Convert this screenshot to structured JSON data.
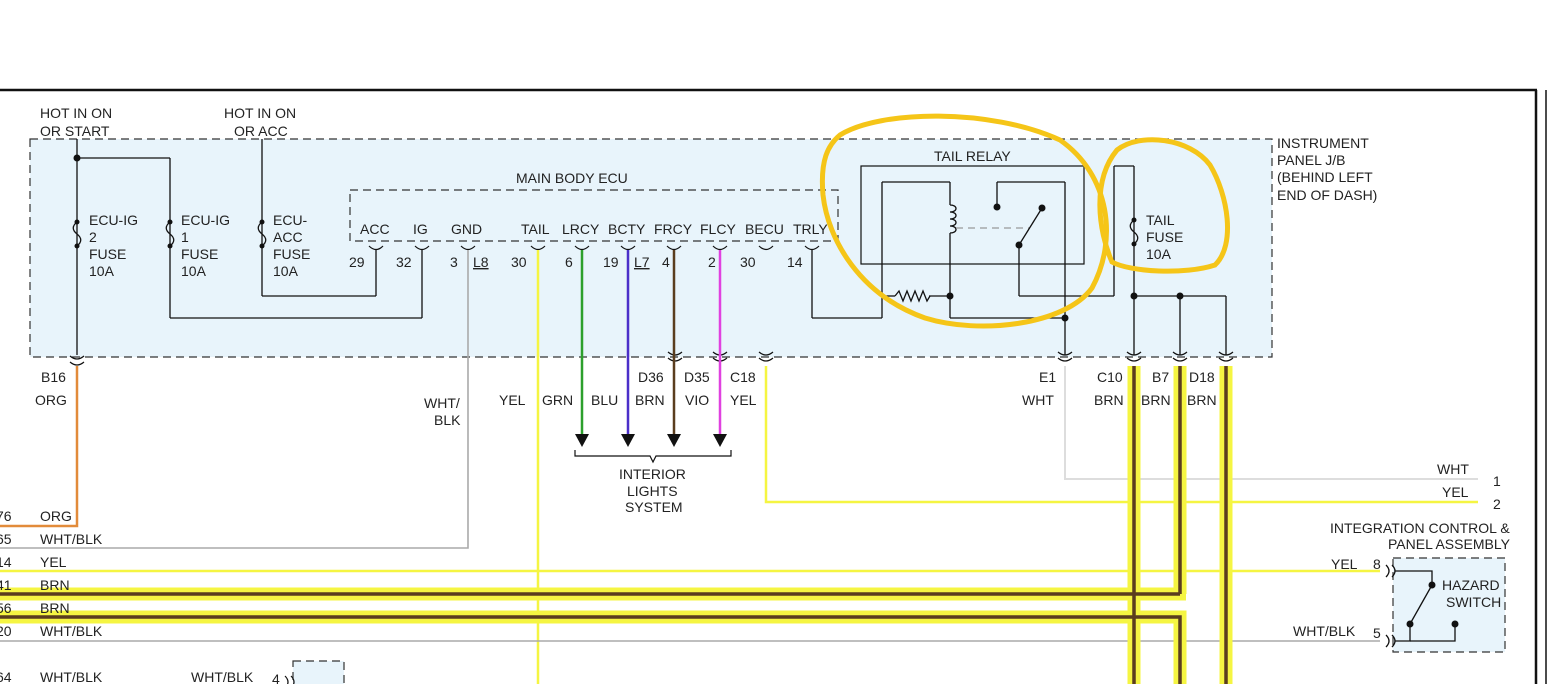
{
  "colors": {
    "box_fill": "#e8f4fb",
    "highlight": "#f5c518",
    "org": "#e28b3a",
    "yel": "#f5f542",
    "grn": "#2ca02c",
    "blu": "#4b2fc9",
    "brn": "#5a3d1e",
    "vio": "#e040e0",
    "wht": "#cccccc",
    "black": "#111111"
  },
  "feeds": {
    "hot_on_start": [
      "HOT IN ON",
      "OR START"
    ],
    "hot_on_acc": [
      "HOT IN ON",
      "OR ACC"
    ]
  },
  "jb": {
    "title": [
      "INSTRUMENT",
      "PANEL J/B",
      "(BEHIND LEFT",
      "END OF DASH)"
    ]
  },
  "fuses": {
    "ecu_ig2": [
      "ECU-IG",
      "2",
      "FUSE",
      "10A"
    ],
    "ecu_ig1": [
      "ECU-IG",
      "1",
      "FUSE",
      "10A"
    ],
    "ecu_acc": [
      "ECU-",
      "ACC",
      "FUSE",
      "10A"
    ],
    "tail": [
      "TAIL",
      "FUSE",
      "10A"
    ]
  },
  "ecu": {
    "title": "MAIN BODY ECU",
    "terminals": [
      {
        "name": "ACC",
        "pin": "29",
        "conn": ""
      },
      {
        "name": "IG",
        "pin": "32",
        "conn": ""
      },
      {
        "name": "GND",
        "pin": "3",
        "conn": "L8"
      },
      {
        "name": "TAIL",
        "pin": "30",
        "conn": ""
      },
      {
        "name": "LRCY",
        "pin": "6",
        "conn": ""
      },
      {
        "name": "BCTY",
        "pin": "19",
        "conn": "L7"
      },
      {
        "name": "FRCY",
        "pin": "4",
        "conn": ""
      },
      {
        "name": "FLCY",
        "pin": "2",
        "conn": ""
      },
      {
        "name": "BECU",
        "pin": "30",
        "conn": ""
      },
      {
        "name": "TRLY",
        "pin": "14",
        "conn": ""
      }
    ]
  },
  "relay": {
    "title": "TAIL RELAY"
  },
  "connectors": {
    "b16": "B16",
    "d36": "D36",
    "d35": "D35",
    "c18": "C18",
    "e1": "E1",
    "c10": "C10",
    "b7": "B7",
    "d18": "D18"
  },
  "wires": {
    "org": "ORG",
    "wht_blk": [
      "WHT/",
      "BLK"
    ],
    "yel": "YEL",
    "grn": "GRN",
    "blu": "BLU",
    "brn": "BRN",
    "vio": "VIO",
    "wht": "WHT",
    "brn_c10": "BRN",
    "brn_b7": "BRN",
    "brn_d18": "BRN",
    "yel_c18": "YEL"
  },
  "interior": [
    "INTERIOR",
    "LIGHTS",
    "SYSTEM"
  ],
  "right_pins": {
    "wht": "WHT",
    "pin1": "1",
    "yel": "YEL",
    "pin2": "2"
  },
  "icp": {
    "title": [
      "INTEGRATION CONTROL &",
      "PANEL ASSEMBLY"
    ],
    "switch": [
      "HAZARD",
      "SWITCH"
    ],
    "yel": "YEL",
    "pin8": "8",
    "whtblk": "WHT/BLK",
    "pin5": "5"
  },
  "left_rows": [
    {
      "num": "76",
      "label": "ORG"
    },
    {
      "num": "65",
      "label": "WHT/BLK"
    },
    {
      "num": "14",
      "label": "YEL"
    },
    {
      "num": "41",
      "label": "BRN"
    },
    {
      "num": "56",
      "label": "BRN"
    },
    {
      "num": "20",
      "label": "WHT/BLK"
    },
    {
      "num": "64",
      "label": "WHT/BLK"
    }
  ],
  "bottom": {
    "whtblk": "WHT/BLK",
    "pin4": "4"
  }
}
